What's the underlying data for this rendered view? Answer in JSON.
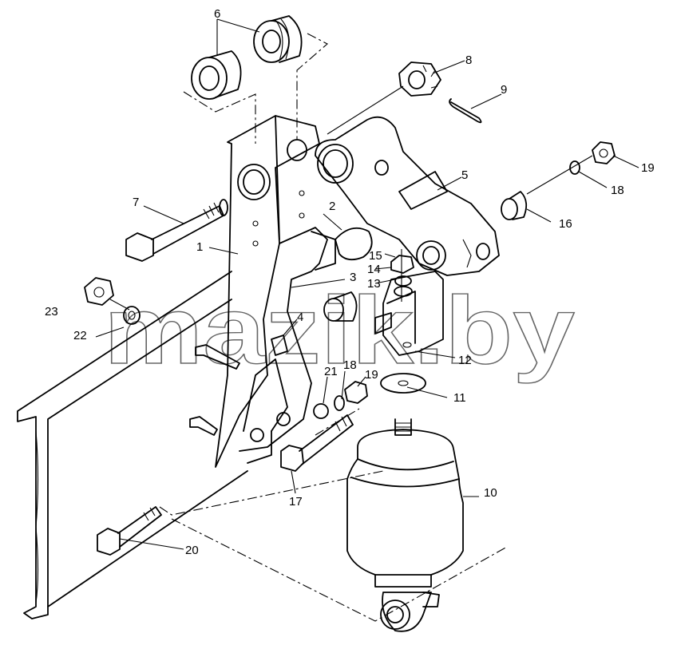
{
  "watermark": "mazik.by",
  "callouts": [
    "1",
    "2",
    "3",
    "4",
    "5",
    "6",
    "7",
    "8",
    "9",
    "10",
    "11",
    "12",
    "13",
    "14",
    "15",
    "16",
    "17",
    "18",
    "19",
    "18",
    "19",
    "20",
    "21",
    "22",
    "23"
  ]
}
